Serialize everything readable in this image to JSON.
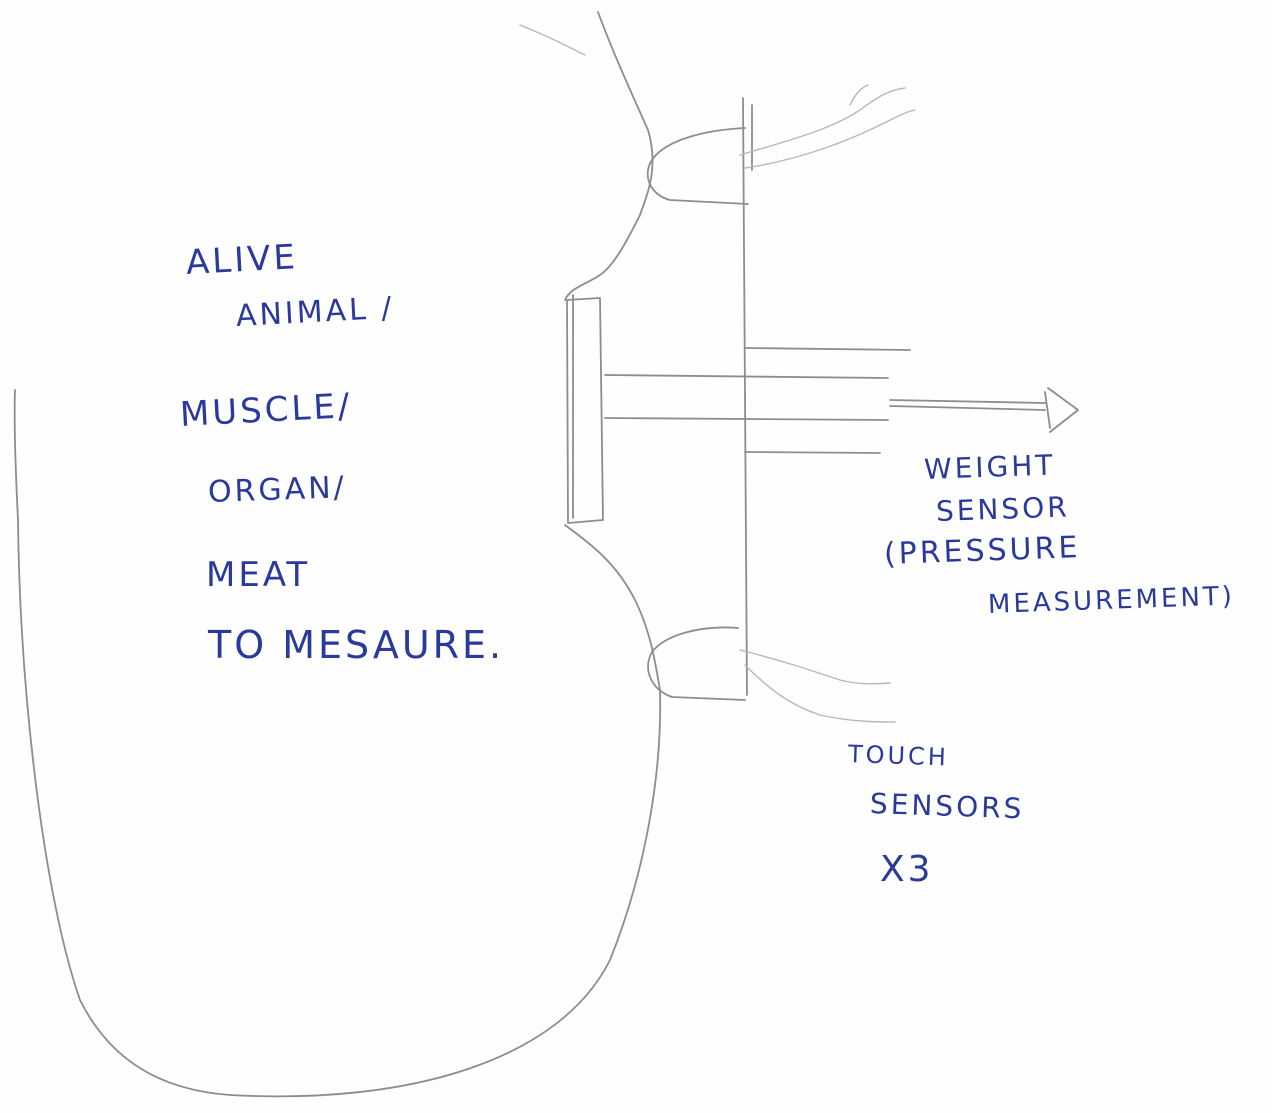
{
  "labels": {
    "subject": {
      "line1": "ALIVE",
      "line2": "ANIMAL /",
      "line3": "MUSCLE/",
      "line4": "ORGAN/",
      "line5": "MEAT",
      "line6": "TO MESAURE."
    },
    "weight_sensor": {
      "line1": "WEIGHT",
      "line2": "SENSOR",
      "line3": "(PRESSURE",
      "line4": "MEASUREMENT)"
    },
    "touch_sensors": {
      "line1": "TOUCH",
      "line2": "SENSORS",
      "line3": "X3"
    }
  },
  "colors": {
    "ink": "#2a3a9c",
    "pencil": "#8d8d8d",
    "paper": "#fefefe"
  }
}
